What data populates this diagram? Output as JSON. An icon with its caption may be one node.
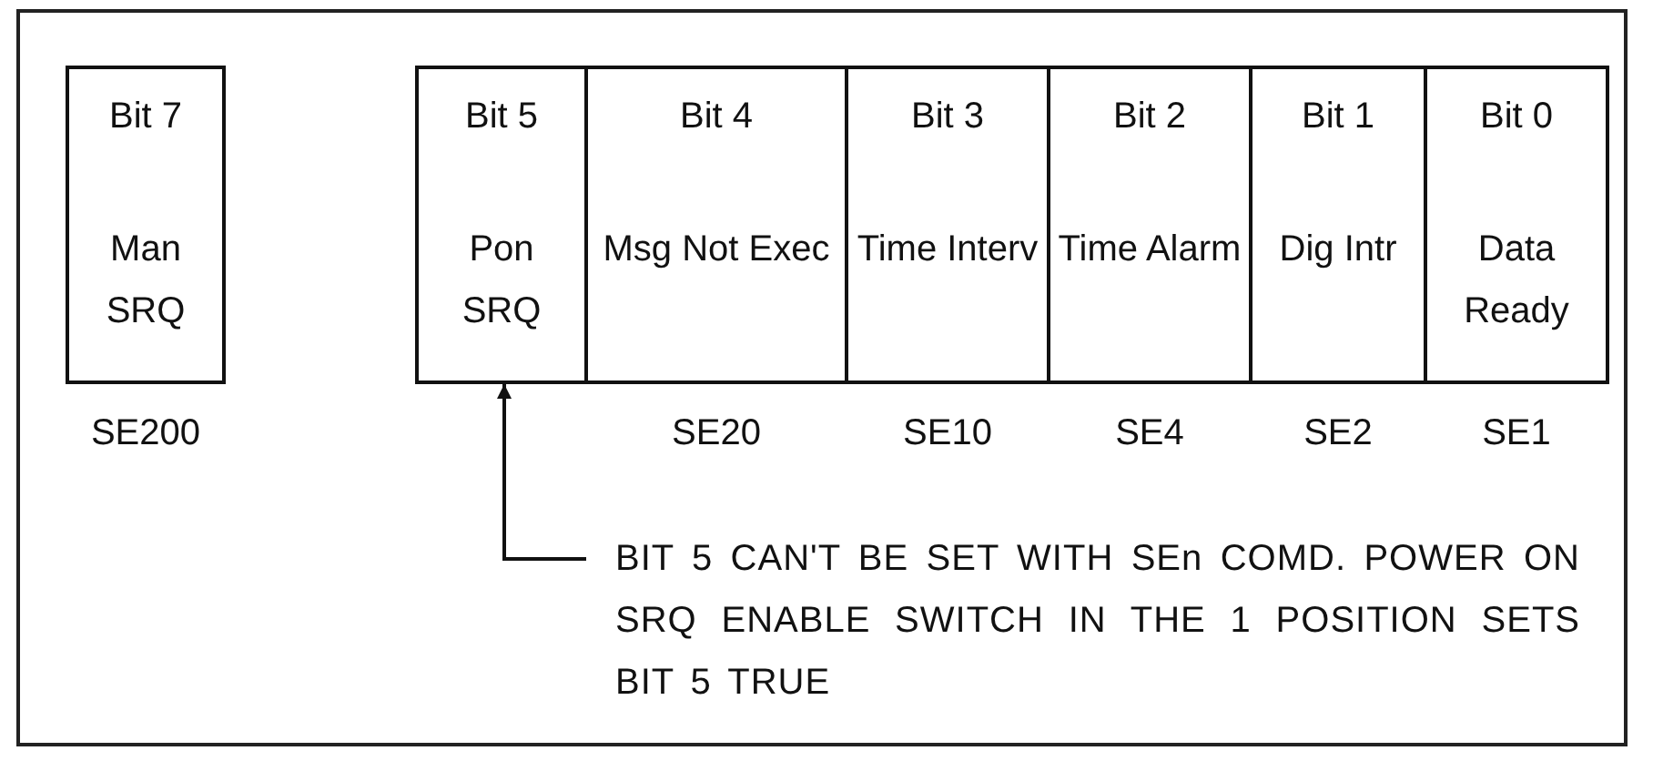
{
  "diagram": {
    "nodes": [
      {
        "text": [
          "Bit 7",
          "Man SRQ"
        ],
        "beside": [
          "SE200"
        ]
      },
      {
        "text": [
          "Bit 5",
          "Pon SRQ"
        ]
      },
      {
        "text": [
          "Bit 4",
          "Msg Not Exec"
        ],
        "beside": [
          "SE20"
        ]
      },
      {
        "text": [
          "Bit 3",
          "Time Interv"
        ],
        "beside": [
          "SE10"
        ]
      },
      {
        "text": [
          "Bit 2",
          "Time Alarm"
        ],
        "beside": [
          "SE4"
        ]
      },
      {
        "text": [
          "Bit 1",
          "Dig Intr"
        ],
        "beside": [
          "SE2"
        ]
      },
      {
        "text": [
          "Bit 0",
          "Data Ready"
        ],
        "beside": [
          "SE1"
        ]
      },
      {
        "text": [
          "BIT 5 CAN'T BE SET WITH SEn COMD. POWER ON SRQ ENABLE SWITCH IN THE 1 POSITION SETS BIT 5 TRUE"
        ]
      }
    ],
    "edges": [
      {
        "from": 7,
        "to": 1,
        "arrow": "to"
      }
    ]
  }
}
